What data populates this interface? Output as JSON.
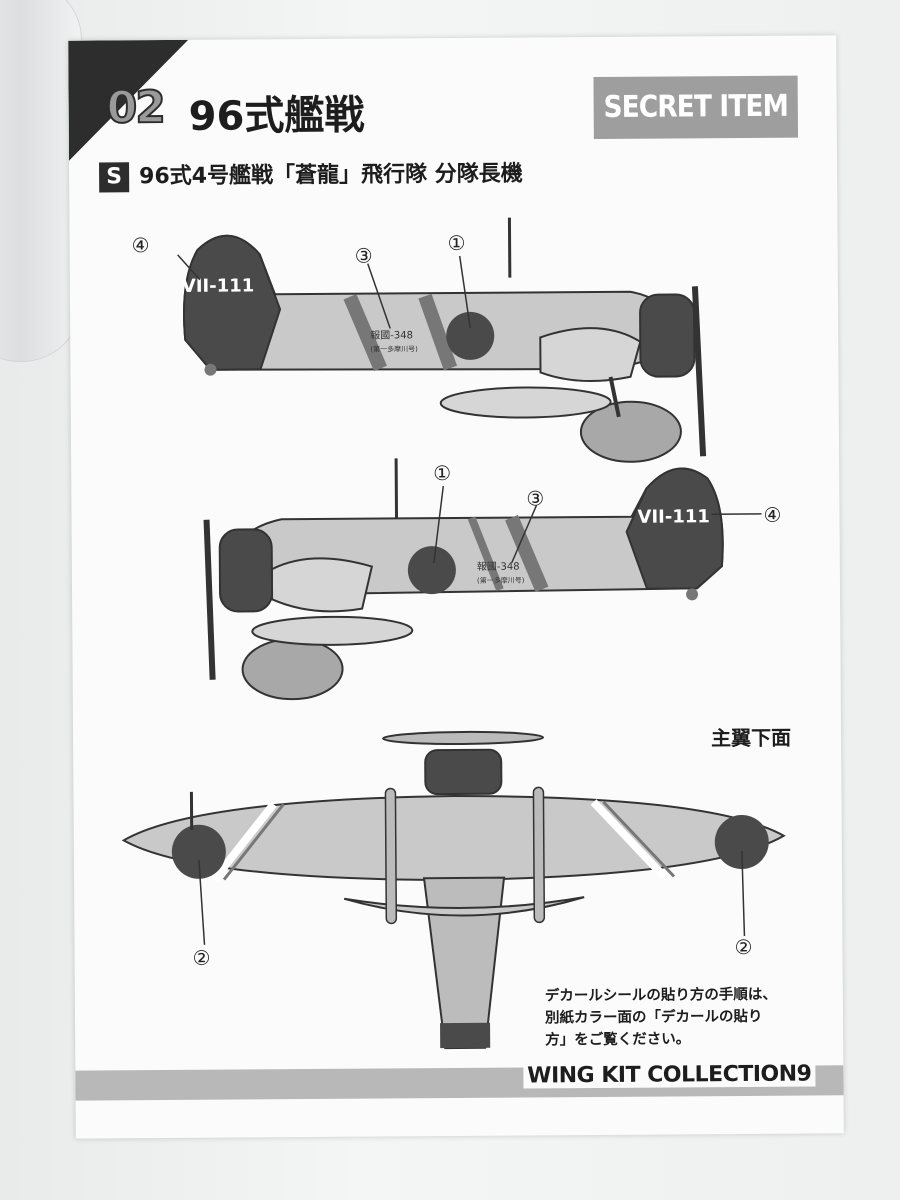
{
  "header": {
    "number": "02",
    "title": "96式艦戦",
    "secret_label": "SECRET ITEM"
  },
  "subheader": {
    "badge": "S",
    "subtitle": "96式4号艦戦「蒼龍」飛行隊 分隊長機"
  },
  "markers": {
    "m1": "①",
    "m2": "②",
    "m3": "③",
    "m4": "④"
  },
  "aircraft": {
    "tail_code": "VII-111",
    "fuselage_code_top": "報國-348",
    "fuselage_code_bottom": "(第一多摩川号)"
  },
  "labels": {
    "underside": "主翼下面"
  },
  "note": {
    "line1": "デカールシールの貼り方の手順は、",
    "line2": "別紙カラー面の「デカールの貼り",
    "line3": "方」をご覧ください。"
  },
  "footer": {
    "series": "WING KIT COLLECTION9"
  },
  "colors": {
    "body_grey": "#c9c9c9",
    "dark_grey": "#4a4a4a",
    "secret_bg": "#9e9e9e"
  }
}
